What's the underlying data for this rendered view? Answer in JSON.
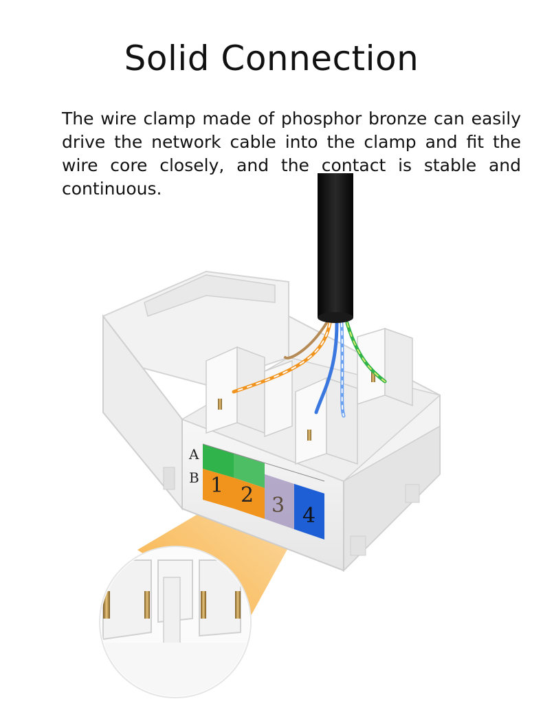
{
  "heading": "Solid Connection",
  "description": "The wire clamp made of phosphor bronze can easily drive the network cable into the clamp and fit the wire core closely, and the contact is stable and continuous.",
  "labels": {
    "row_a": "A",
    "row_b": "B",
    "slot_1": "1",
    "slot_2": "2",
    "slot_3": "3",
    "slot_4": "4"
  },
  "colors": {
    "green": "#2fb34a",
    "orange": "#f0941e",
    "blue": "#1f5fd6",
    "brown": "#8a6a3a",
    "highlight": "#f7a623"
  }
}
